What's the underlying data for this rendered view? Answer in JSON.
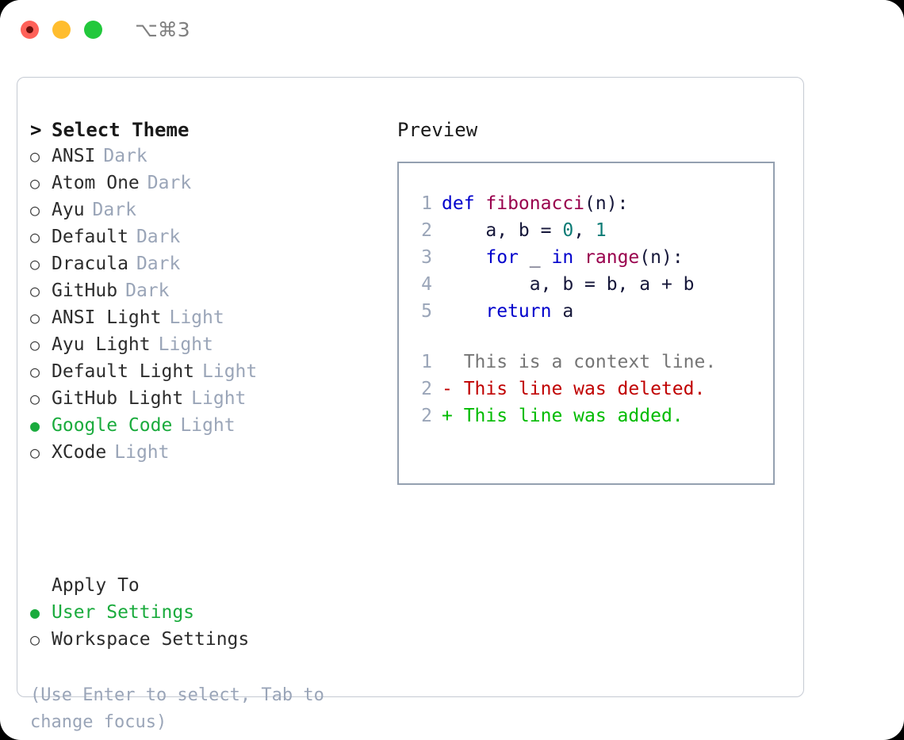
{
  "window": {
    "title": "⌥⌘3",
    "lights": [
      {
        "name": "close-button",
        "color": "#ff6159"
      },
      {
        "name": "minimize-button",
        "color": "#ffbd2e"
      },
      {
        "name": "maximize-button",
        "color": "#22c83c"
      }
    ]
  },
  "theme_list": {
    "header": "Select Theme",
    "caret": ">",
    "bullet_unselected": "○",
    "bullet_selected": "●",
    "accent_color": "#1aab3d",
    "badge_color": "#9aa5b8",
    "items": [
      {
        "name": "ANSI",
        "badge": "Dark",
        "selected": false
      },
      {
        "name": "Atom One",
        "badge": "Dark",
        "selected": false
      },
      {
        "name": "Ayu",
        "badge": "Dark",
        "selected": false
      },
      {
        "name": "Default",
        "badge": "Dark",
        "selected": false
      },
      {
        "name": "Dracula",
        "badge": "Dark",
        "selected": false
      },
      {
        "name": "GitHub",
        "badge": "Dark",
        "selected": false
      },
      {
        "name": "ANSI Light",
        "badge": "Light",
        "selected": false
      },
      {
        "name": "Ayu Light",
        "badge": "Light",
        "selected": false
      },
      {
        "name": "Default Light",
        "badge": "Light",
        "selected": false
      },
      {
        "name": "GitHub Light",
        "badge": "Light",
        "selected": false
      },
      {
        "name": "Google Code",
        "badge": "Light",
        "selected": true
      },
      {
        "name": "XCode",
        "badge": "Light",
        "selected": false
      }
    ]
  },
  "apply_to": {
    "header": "Apply To",
    "options": [
      {
        "label": "User Settings",
        "selected": true
      },
      {
        "label": "Workspace Settings",
        "selected": false
      }
    ]
  },
  "hint": "(Use Enter to select, Tab to change focus)",
  "preview": {
    "header": "Preview",
    "border_color": "#94a0b0",
    "code_lines": [
      {
        "num": "1",
        "tokens": [
          {
            "t": "def ",
            "c": "kw"
          },
          {
            "t": "fibonacci",
            "c": "fn"
          },
          {
            "t": "(n):",
            "c": "txt"
          }
        ]
      },
      {
        "num": "2",
        "tokens": [
          {
            "t": "    a, b = ",
            "c": "txt"
          },
          {
            "t": "0",
            "c": "num"
          },
          {
            "t": ", ",
            "c": "txt"
          },
          {
            "t": "1",
            "c": "num"
          }
        ]
      },
      {
        "num": "3",
        "tokens": [
          {
            "t": "    ",
            "c": "txt"
          },
          {
            "t": "for",
            "c": "kw"
          },
          {
            "t": " _ ",
            "c": "txt"
          },
          {
            "t": "in",
            "c": "kw"
          },
          {
            "t": " ",
            "c": "txt"
          },
          {
            "t": "range",
            "c": "fn"
          },
          {
            "t": "(n):",
            "c": "txt"
          }
        ]
      },
      {
        "num": "4",
        "tokens": [
          {
            "t": "        a, b = b, a + b",
            "c": "txt"
          }
        ]
      },
      {
        "num": "5",
        "tokens": [
          {
            "t": "    ",
            "c": "txt"
          },
          {
            "t": "return",
            "c": "kw"
          },
          {
            "t": " a",
            "c": "txt"
          }
        ]
      }
    ],
    "diff_lines": [
      {
        "num": "1",
        "marker": "  ",
        "text": "This is a context line.",
        "kind": "ctx"
      },
      {
        "num": "2",
        "marker": "- ",
        "text": "This line was deleted.",
        "kind": "del"
      },
      {
        "num": "2",
        "marker": "+ ",
        "text": "This line was added.",
        "kind": "add"
      }
    ],
    "colors": {
      "keyword": "#0000cc",
      "function": "#99004d",
      "number": "#0b7b75",
      "text": "#16173a",
      "line_number": "#9aa5b8",
      "context": "#757575",
      "deleted": "#c00000",
      "added": "#00bb00"
    }
  }
}
